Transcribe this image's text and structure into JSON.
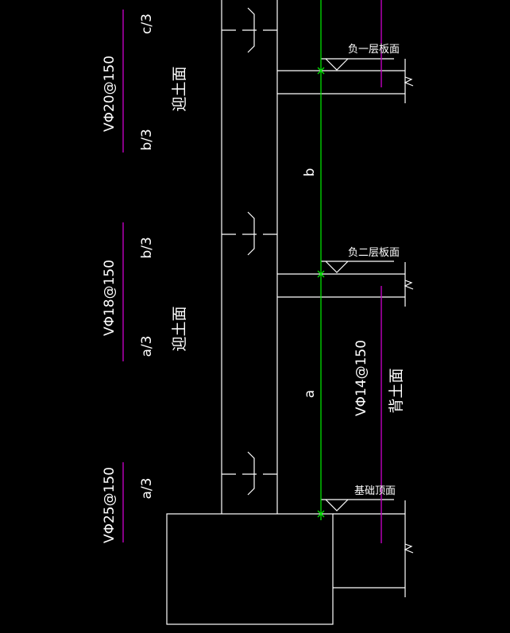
{
  "colors": {
    "background": "#000000",
    "line": "#ffffff",
    "magenta": "#c000c0",
    "green": "#00e000"
  },
  "rebar": {
    "upper": "VΦ20@150",
    "middle": "VΦ18@150",
    "lower": "VΦ25@150",
    "inner": "VΦ14@150"
  },
  "fractions": {
    "c3": "c/3",
    "b3_upper": "b/3",
    "b3_lower": "b/3",
    "a3_upper": "a/3",
    "a3_lower": "a/3"
  },
  "faces": {
    "soil_face_upper": "迎土面",
    "soil_face_lower": "迎土面",
    "back_face": "背土面"
  },
  "levels": {
    "level_b1": "负一层板面",
    "level_b2": "负二层板面",
    "foundation": "基础顶面"
  },
  "dims": {
    "b": "b",
    "a": "a"
  }
}
